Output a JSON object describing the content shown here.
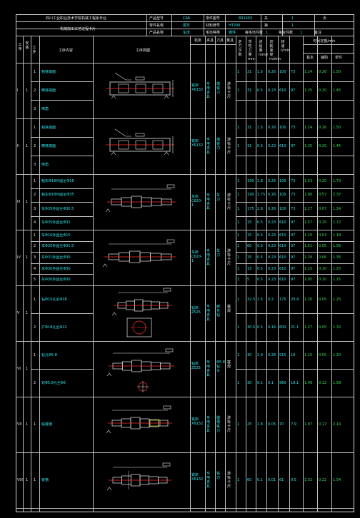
{
  "header": {
    "factory_title": "四川工业职业技术学院机械工程系专业",
    "doc_title": "机械加工工艺过程卡片",
    "product_model_label": "产品型号",
    "product_model_value": "CA6",
    "part_name_label": "零件名称",
    "part_name_value": "拨叉",
    "product_name_label": "产品名称",
    "product_name_value": "车床",
    "part_drawing_label": "零件图号",
    "part_drawing_value": "831003",
    "material_label": "材料牌号",
    "material_value": "HT200",
    "blank_type_label": "毛坯种类",
    "blank_type_value": "铸件",
    "total_pages_label": "共",
    "total_pages_value": "1",
    "page_label": "第",
    "page_value": "1",
    "page_num_label": "页",
    "blank_size_label": "毛坯外形尺寸",
    "per_blank_label": "每毛坯件数",
    "per_blank_value": "1",
    "per_unit_label": "每台件数",
    "per_unit_value": "1",
    "remarks_label": "备注"
  },
  "columns": {
    "process_no": "工序",
    "install": "安装",
    "step_no": "工步",
    "step_content": "工序内容",
    "sketch": "工序简图",
    "machine": "机床",
    "fixture": "夹具",
    "tool": "刀具",
    "gauge": "量具",
    "passes": "走刀次数",
    "cut_depth": "背吃刀量mm",
    "feed": "进给量mm/r",
    "speed": "切削速度m/min",
    "rpm": "转速r/min",
    "time_label": "时间定额/min",
    "t_basic": "基本",
    "t_aux": "辅助",
    "t_total": "单件"
  },
  "processes": [
    {
      "no": "I",
      "install": "1",
      "machine": "铣床X6132",
      "fixture": "专用夹具",
      "tool": "端铣刀",
      "gauge": "游标卡尺",
      "steps": [
        {
          "n": "1",
          "text": "粗铣端面",
          "v": [
            "1",
            "31",
            "1.5",
            "0.26",
            "100",
            "73",
            "1.24",
            "0.26",
            "1.50"
          ]
        },
        {
          "n": "2",
          "text": "精铣端面",
          "v": [
            "1",
            "31",
            "0.5",
            "0.23",
            "610",
            "97",
            "1.25",
            "0.20",
            "1.45"
          ]
        },
        {
          "n": "3",
          "text": "倒角"
        }
      ]
    },
    {
      "no": "II",
      "install": "1",
      "machine": "铣床X6132",
      "fixture": "专用夹具",
      "tool": "端铣刀",
      "gauge": "游标卡尺",
      "steps": [
        {
          "n": "1",
          "text": "粗铣端面",
          "v": [
            "1",
            "31",
            "1.5",
            "0.26",
            "100",
            "73",
            "1.24",
            "0.26",
            "1.50"
          ]
        },
        {
          "n": "2",
          "text": "精铣端面",
          "v": [
            "1",
            "31",
            "0.5",
            "0.23",
            "610",
            "97",
            "1.25",
            "0.20",
            "1.45"
          ]
        },
        {
          "n": "3",
          "text": "倒角"
        }
      ]
    },
    {
      "no": "III",
      "install": "1",
      "machine": "车床C620-1",
      "fixture": "专用夹具",
      "tool": "车刀",
      "gauge": "游标卡尺",
      "steps": [
        {
          "n": "1",
          "text": "粗车Φ18外圆至Φ16",
          "v": [
            "1",
            "190",
            "1.8",
            "0.26",
            "100",
            "73",
            "1.53",
            "0.20",
            "1.73"
          ]
        },
        {
          "n": "2",
          "text": "粗车Φ18外圆至Φ35",
          "v": [
            "1",
            "190",
            "1.75",
            "0.26",
            "100",
            "73",
            "1.80",
            "0.57",
            "2.37"
          ]
        },
        {
          "n": "3",
          "text": "车Φ35外圆至Φ30.5",
          "v": [
            "1",
            "175",
            "2.8",
            "0.26",
            "100",
            "73",
            "1.27",
            "0.07",
            "1.34"
          ]
        },
        {
          "n": "4",
          "text": "车Φ35外圆至Φ31",
          "v": [
            "1",
            "15",
            "0.5",
            "0.23",
            "610",
            "97",
            "1.57",
            "0.15",
            "1.72"
          ]
        }
      ]
    },
    {
      "no": "IV",
      "install": "1",
      "machine": "车床C620-1",
      "fixture": "专用夹具",
      "tool": "车刀",
      "gauge": "游标卡尺",
      "steps": [
        {
          "n": "1",
          "text": "车Φ16外圆至Φ15",
          "v": [
            "1",
            "15",
            "0.5",
            "0.23",
            "610",
            "97",
            "1.15",
            "0.03",
            "1.18"
          ]
        },
        {
          "n": "2",
          "text": "车Φ30外圆至Φ31.5",
          "v": [
            "1",
            "60",
            "0.5",
            "0.23",
            "610",
            "97",
            "1.51",
            "0.05",
            "1.56"
          ]
        },
        {
          "n": "3",
          "text": "车Φ31外圆至Φ30",
          "v": [
            "1",
            "15",
            "0.5",
            "0.23",
            "610",
            "97",
            "1.29",
            "0.06",
            "1.35"
          ]
        },
        {
          "n": "4",
          "text": "车Φ30外圆至Φ30",
          "v": [
            "1",
            "15",
            "0.5",
            "0.23",
            "610",
            "97",
            "1.15",
            "0.10",
            "1.25"
          ]
        },
        {
          "n": "5",
          "text": "车Φ30外圆至Φ30",
          "v": [
            "1",
            "5",
            "0.5",
            "0.23",
            "610",
            "97",
            "1.05",
            "0.10",
            "1.15"
          ]
        }
      ]
    },
    {
      "no": "V",
      "install": "1",
      "machine": "钻床Z525",
      "fixture": "专用夹具",
      "tool": "麻花钻",
      "gauge": "塞规",
      "steps": [
        {
          "n": "1",
          "text": "钻Φ15孔至Φ18",
          "v": [
            "1",
            "32.5",
            "1.5",
            "0.2",
            "175",
            "29.4",
            "1.20",
            "0.05",
            "1.25"
          ]
        },
        {
          "n": "2",
          "text": "扩Φ18孔至Φ22",
          "v": [
            "1",
            "30.5",
            "0.5",
            "0.16",
            "600",
            "21.1",
            "1.27",
            "0.05",
            "1.32"
          ]
        }
      ]
    },
    {
      "no": "VI",
      "install": "1",
      "machine": "钻床Z525",
      "fixture": "专用夹具",
      "tool": "Φ5.8钻头",
      "gauge": "塞规",
      "steps": [
        {
          "n": "1",
          "text": "钻孔Φ5.8",
          "v": [
            "1",
            "30",
            "2.9",
            "0.28",
            "515",
            "18",
            "1.15",
            "0.05",
            "1.20"
          ]
        },
        {
          "n": "2",
          "text": "铰Φ5.8孔至Φ6",
          "v": [
            "1",
            "30",
            "0.1",
            "0.1",
            "960",
            "18.1",
            "1.46",
            "0.12",
            "1.58"
          ]
        }
      ]
    },
    {
      "no": "VII",
      "install": "1",
      "machine": "铣床X6132",
      "fixture": "专用夹具",
      "tool": "键槽铣刀",
      "gauge": "游标卡尺",
      "steps": [
        {
          "n": "1",
          "text": "铣键槽",
          "v": [
            "1",
            "25",
            "1.8",
            "0.05",
            "70",
            "7.9",
            "1.97",
            "0.17",
            "2.14"
          ]
        }
      ]
    },
    {
      "no": "VIII",
      "install": "1",
      "machine": "铣床X6132",
      "fixture": "专用夹具",
      "tool": "铣刀",
      "gauge": "游标卡尺",
      "steps": [
        {
          "n": "1",
          "text": "铣槽",
          "v": [
            "1",
            "60",
            "0.1",
            "0.01",
            "61",
            "0.5",
            "1.32",
            "0.22",
            "1.54"
          ]
        }
      ]
    }
  ]
}
